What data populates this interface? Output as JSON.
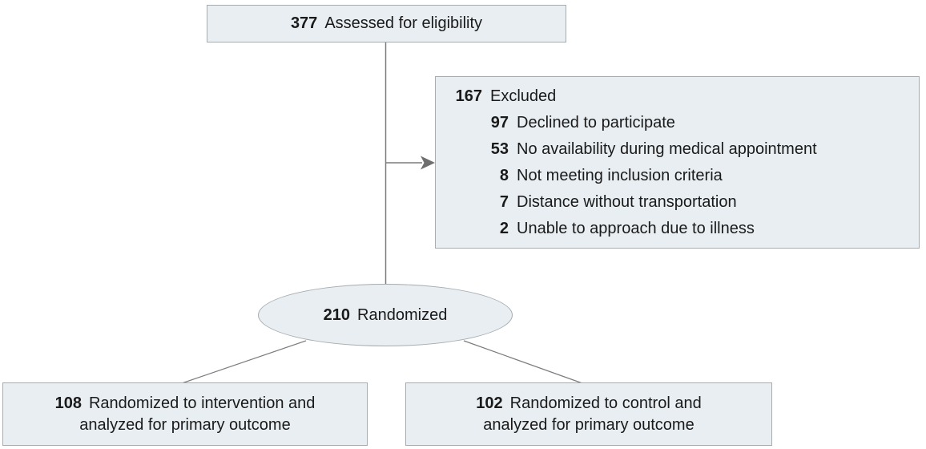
{
  "diagram": {
    "type": "consort-flow",
    "top_box": {
      "number": "377",
      "label": "Assessed for eligibility"
    },
    "excluded_box": {
      "header": {
        "number": "167",
        "label": "Excluded"
      },
      "items": [
        {
          "number": "97",
          "label": "Declined to participate"
        },
        {
          "number": "53",
          "label": "No availability during medical appointment"
        },
        {
          "number": "8",
          "label": "Not meeting inclusion criteria"
        },
        {
          "number": "7",
          "label": "Distance without transportation"
        },
        {
          "number": "2",
          "label": "Unable to approach due to illness"
        }
      ]
    },
    "randomized_ellipse": {
      "number": "210",
      "label": "Randomized"
    },
    "intervention_box": {
      "number": "108",
      "line1": "Randomized to intervention and",
      "line2": "analyzed for primary outcome"
    },
    "control_box": {
      "number": "102",
      "line1": "Randomized to control and",
      "line2": "analyzed for primary outcome"
    }
  },
  "colors": {
    "box_fill": "#e8eef1",
    "box_border": "#a6acb0",
    "connector_line": "#7c7c7c",
    "arrowhead": "#6f6f6f",
    "text": "#1a1a1a",
    "background": "#ffffff"
  }
}
